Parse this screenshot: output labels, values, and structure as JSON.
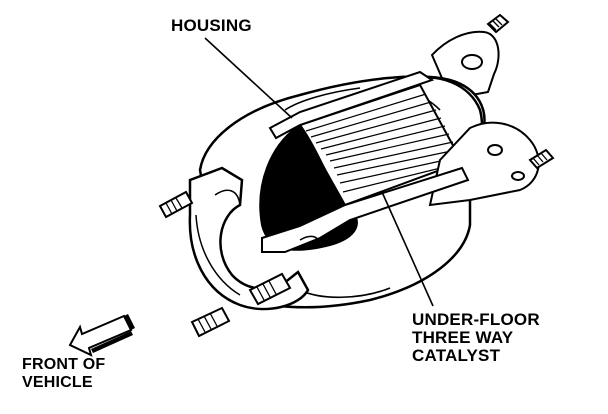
{
  "labels": {
    "housing": "HOUSING",
    "catalyst": [
      "UNDER-FLOOR",
      "THREE WAY",
      "CATALYST"
    ],
    "front": [
      "FRONT OF",
      "VEHICLE"
    ]
  },
  "colors": {
    "ink": "#000000",
    "paper": "#ffffff",
    "catalyst_fill": "#ffffff",
    "cavity": "#000000"
  },
  "icons": {
    "direction_arrow": "arrow-down-left-icon"
  }
}
